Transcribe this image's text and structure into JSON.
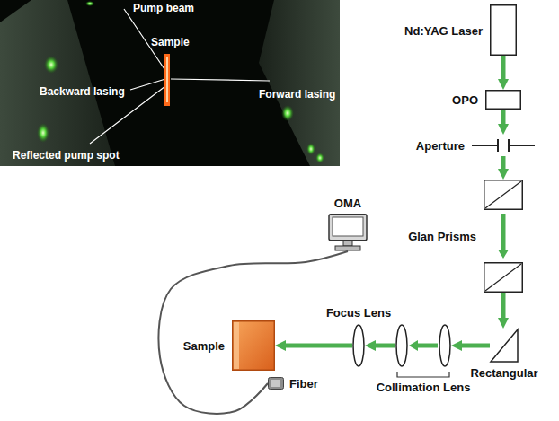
{
  "diagram": {
    "nodes": [
      {
        "text": [
          "Nd:YAG Laser"
        ]
      },
      {
        "text": [
          "OPO"
        ]
      },
      {
        "text": [
          "Aperture"
        ]
      },
      {
        "text": [
          "Glan Prisms"
        ]
      },
      {
        "text": [
          "Rectangular"
        ]
      },
      {
        "text": [
          "Collimation Lens"
        ]
      },
      {
        "text": [
          "Focus Lens"
        ]
      },
      {
        "text": [
          "Sample"
        ]
      },
      {
        "text": [
          "Fiber"
        ]
      },
      {
        "text": [
          "OMA"
        ]
      }
    ],
    "edges": [
      {
        "from": 0,
        "to": 1,
        "arrow": "to"
      },
      {
        "from": 1,
        "to": 2,
        "arrow": "to"
      },
      {
        "from": 2,
        "to": 3,
        "arrow": "to"
      },
      {
        "from": 3,
        "to": 4,
        "arrow": "to"
      },
      {
        "from": 4,
        "to": 5,
        "arrow": "to"
      },
      {
        "from": 5,
        "to": 6,
        "arrow": "to"
      },
      {
        "from": 6,
        "to": 7,
        "arrow": "to"
      },
      {
        "from": 8,
        "to": 9,
        "arrow": "none"
      }
    ],
    "labels": [
      "Pump beam",
      "Sample",
      "Backward lasing",
      "Forward lasing",
      "Reflected pump spot"
    ]
  }
}
